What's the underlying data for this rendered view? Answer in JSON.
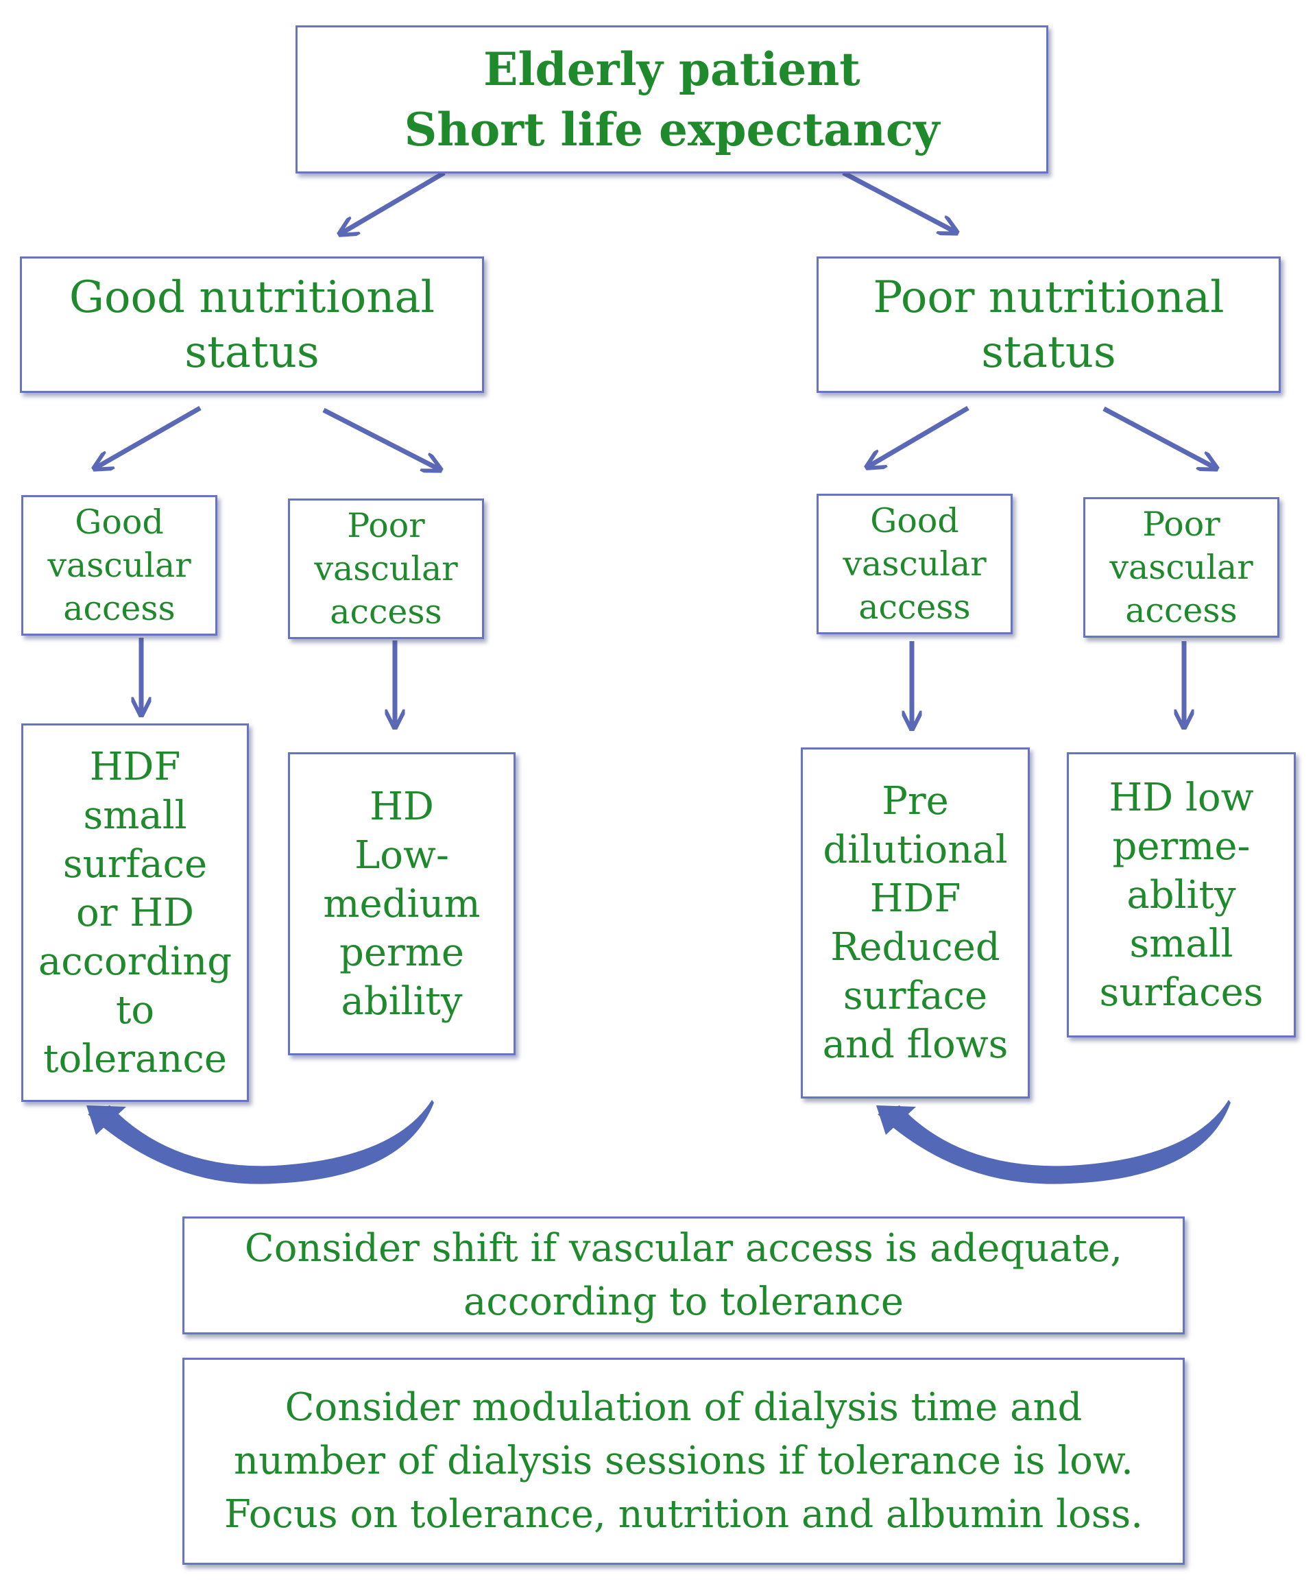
{
  "colors": {
    "text": "#1f8a2c",
    "border": "#6674c2",
    "arrow": "#5b68b5"
  },
  "root": {
    "label": "Elderly patient\nShort life expectancy"
  },
  "nutrition": {
    "good": {
      "label": "Good nutritional\nstatus"
    },
    "poor": {
      "label": "Poor nutritional\nstatus"
    }
  },
  "access": {
    "good_nutrition_good_access": "Good\nvascular\naccess",
    "good_nutrition_poor_access": "Poor\nvascular\naccess",
    "poor_nutrition_good_access": "Good\nvascular\naccess",
    "poor_nutrition_poor_access": "Poor\nvascular\naccess"
  },
  "treatment": {
    "good_nutrition_good_access": "HDF\nsmall\nsurface\nor HD\naccording\nto\ntolerance",
    "good_nutrition_poor_access": "HD\nLow-\nmedium\nperme\nability",
    "poor_nutrition_good_access": "Pre\ndilutional\nHDF\nReduced\nsurface\nand flows",
    "poor_nutrition_poor_access": "HD low\nperme-\nablity\nsmall\nsurfaces"
  },
  "notes": {
    "shift": "Consider shift if vascular access is adequate,\naccording to tolerance",
    "modulation": "Consider modulation of dialysis time and\nnumber of dialysis sessions if tolerance is low.\nFocus on tolerance, nutrition and albumin loss."
  }
}
